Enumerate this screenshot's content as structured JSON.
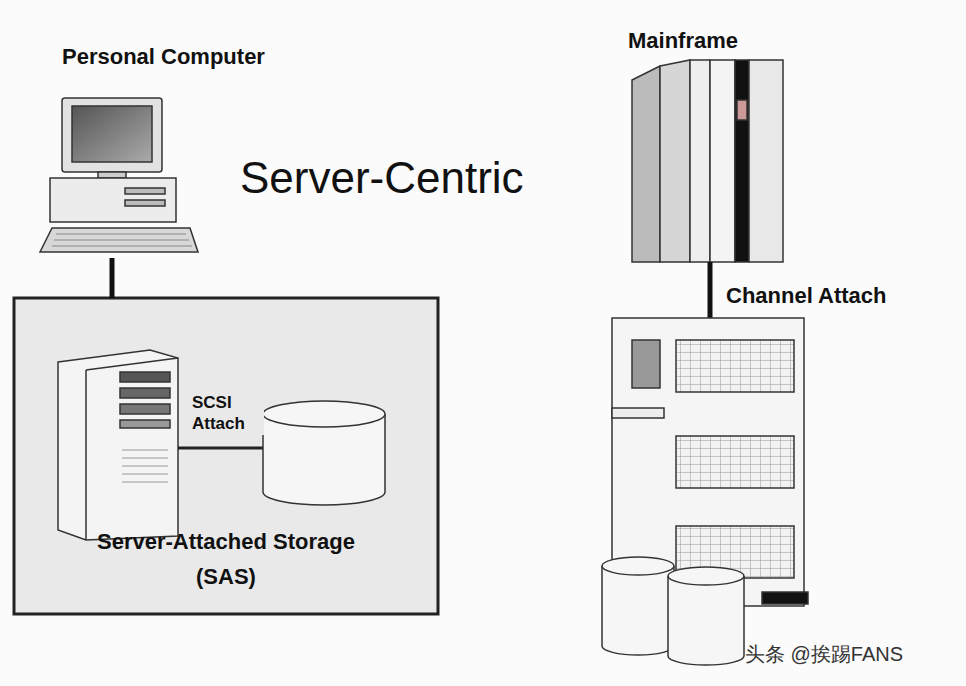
{
  "diagram": {
    "nodes": [
      {
        "text": [
          "Personal Computer"
        ]
      },
      {
        "text": [
          "Server-Attached Storage (SAS)"
        ]
      },
      {
        "text": [
          "Mainframe"
        ]
      }
    ],
    "edges": [
      {
        "from": 0,
        "to": 1,
        "arrow": "none"
      }
    ],
    "labels": [
      "Server-Centric",
      "SCSI Attach",
      "Channel Attach",
      "头条 @挨踢FANS"
    ]
  }
}
